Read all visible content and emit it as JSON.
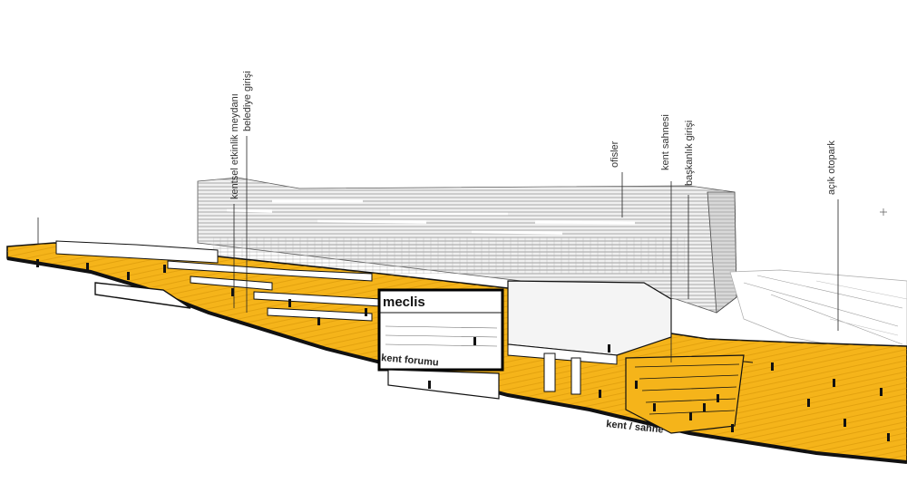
{
  "labels": {
    "kentsel_etkinlik": "kentsel etkinlik meydanı",
    "belediye_girisi": "belediye girişi",
    "ofisler": "ofisler",
    "kent_sahnesi": "kent sahnesi",
    "baskanlik_girisi": "başkanlık girişi",
    "acik_otopark": "açık otopark",
    "meclis": "meclis",
    "kent_forumu": "kent forumu",
    "kent_sahne": "kent / sahne"
  },
  "colors": {
    "plaza": "#f5b41a",
    "outline": "#111111",
    "hatch": "#9a9a9a",
    "building_fill": "#f4f4f4"
  }
}
